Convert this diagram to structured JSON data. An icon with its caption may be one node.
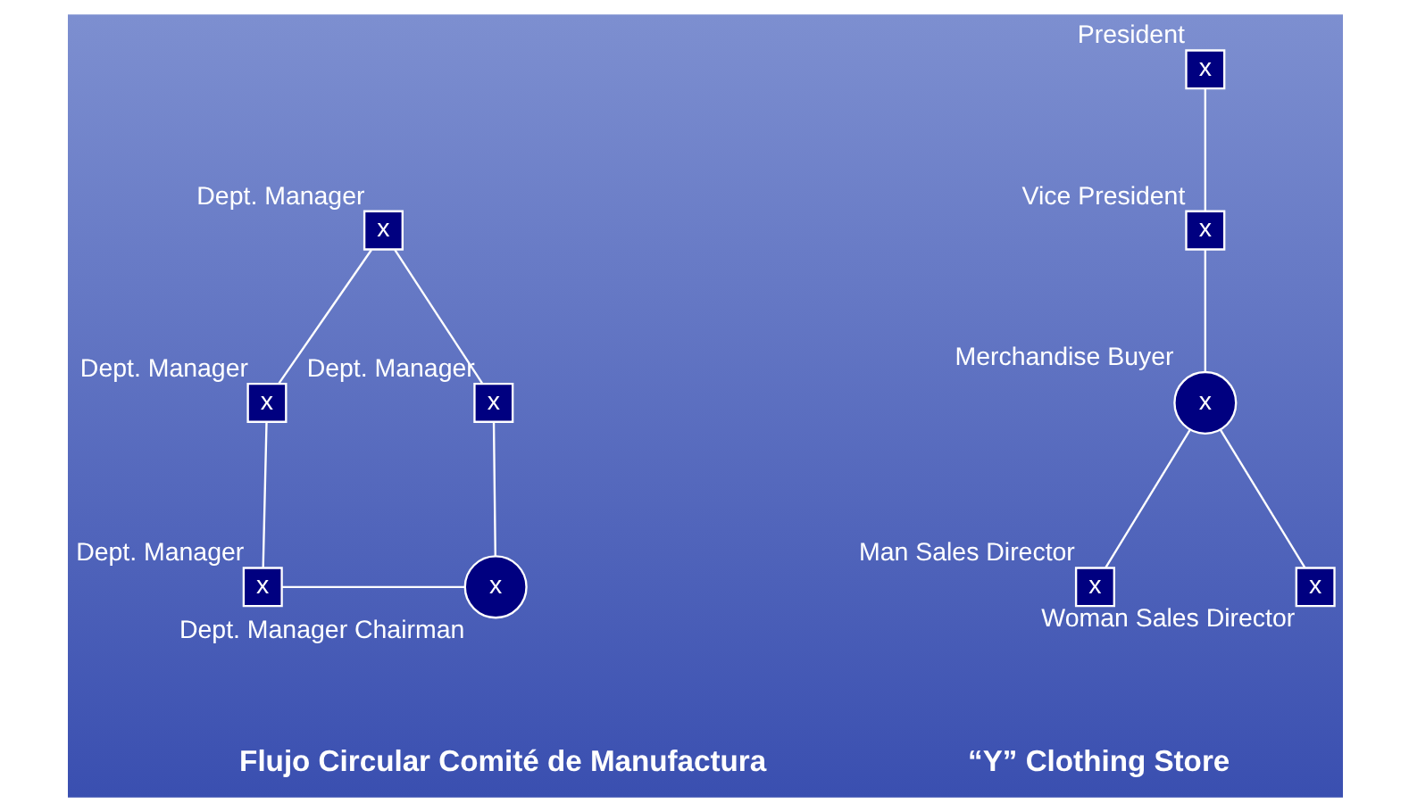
{
  "diagram": {
    "nodes": [
      {
        "text": [
          "x"
        ],
        "beside": [
          "Dept. Manager"
        ]
      },
      {
        "text": [
          "x"
        ],
        "beside": [
          "Dept. Manager"
        ]
      },
      {
        "text": [
          "x"
        ],
        "beside": [
          "Dept. Manager"
        ]
      },
      {
        "text": [
          "x"
        ],
        "beside": [
          "Dept. Manager Chairman"
        ]
      },
      {
        "text": [
          "x"
        ],
        "beside": [
          "Dept. Manager"
        ]
      },
      {
        "text": [
          "x"
        ],
        "beside": [
          "President"
        ]
      },
      {
        "text": [
          "x"
        ],
        "beside": [
          "Vice President"
        ]
      },
      {
        "text": [
          "x"
        ],
        "beside": [
          "Merchandise Buyer"
        ]
      },
      {
        "text": [
          "x"
        ],
        "beside": [
          "Man Sales Director"
        ]
      },
      {
        "text": [
          "x"
        ],
        "beside": [
          "Woman Sales Director"
        ]
      }
    ],
    "edges": [
      {
        "from": 0,
        "to": 1,
        "arrow": "none"
      },
      {
        "from": 1,
        "to": 2,
        "arrow": "none"
      },
      {
        "from": 2,
        "to": 3,
        "arrow": "none"
      },
      {
        "from": 3,
        "to": 4,
        "arrow": "none"
      },
      {
        "from": 4,
        "to": 0,
        "arrow": "none"
      },
      {
        "from": 5,
        "to": 6,
        "arrow": "none"
      },
      {
        "from": 6,
        "to": 7,
        "arrow": "none"
      },
      {
        "from": 7,
        "to": 8,
        "arrow": "none"
      },
      {
        "from": 7,
        "to": 9,
        "arrow": "none"
      }
    ],
    "labels": [
      "Flujo Circular Comité de Manufactura",
      "“Y” Clothing Store"
    ]
  }
}
